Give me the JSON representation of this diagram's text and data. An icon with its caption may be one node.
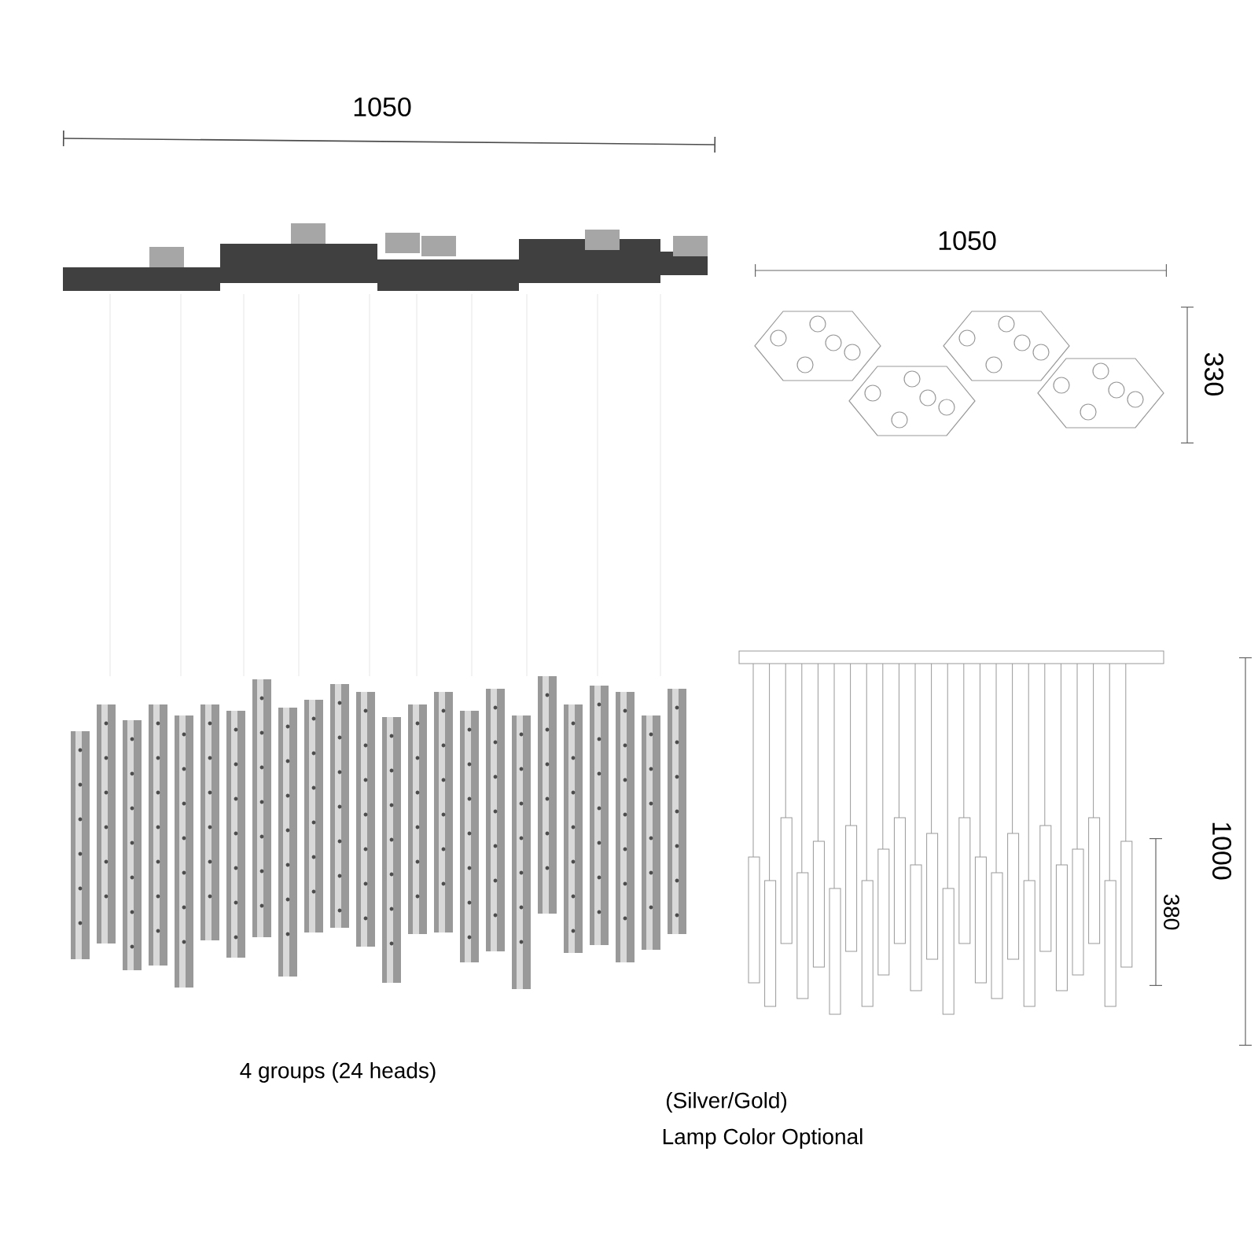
{
  "diagram": {
    "labels": [
      "1050",
      "1050",
      "330",
      "1000",
      "380",
      "4 groups (24 heads)",
      "(Silver/Gold)",
      "Lamp Color Optional"
    ]
  }
}
